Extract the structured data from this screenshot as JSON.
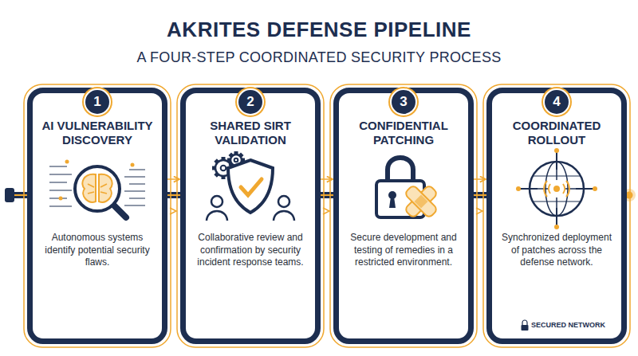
{
  "diagram": {
    "title": "AKRITES DEFENSE PIPELINE",
    "nodes": [
      {
        "text": [
          "AI VULNERABILITY DISCOVERY",
          "Autonomous systems identify potential security flaws."
        ]
      },
      {
        "text": [
          "1"
        ],
        "in": 0
      },
      {
        "text": [
          "SHARED SIRT VALIDATION",
          "Collaborative review and confirmation by security incident response teams."
        ]
      },
      {
        "text": [
          "2"
        ],
        "in": 2
      },
      {
        "text": [
          "CONFIDENTIAL PATCHING",
          "Secure development and testing of remedies in a restricted environment."
        ]
      },
      {
        "text": [
          "3"
        ],
        "in": 4
      },
      {
        "text": [
          "COORDINATED ROLLOUT",
          "Synchronized deployment of patches across the defense network."
        ]
      },
      {
        "text": [
          "4"
        ],
        "in": 6
      }
    ],
    "edges": [
      {
        "from": 0,
        "to": 2,
        "arrow": "to"
      },
      {
        "from": 2,
        "to": 4,
        "arrow": "to"
      },
      {
        "from": 4,
        "to": 6,
        "arrow": "to"
      }
    ],
    "labels": [
      "A FOUR-STEP COORDINATED SECURITY PROCESS",
      "SECURED NETWORK"
    ]
  }
}
